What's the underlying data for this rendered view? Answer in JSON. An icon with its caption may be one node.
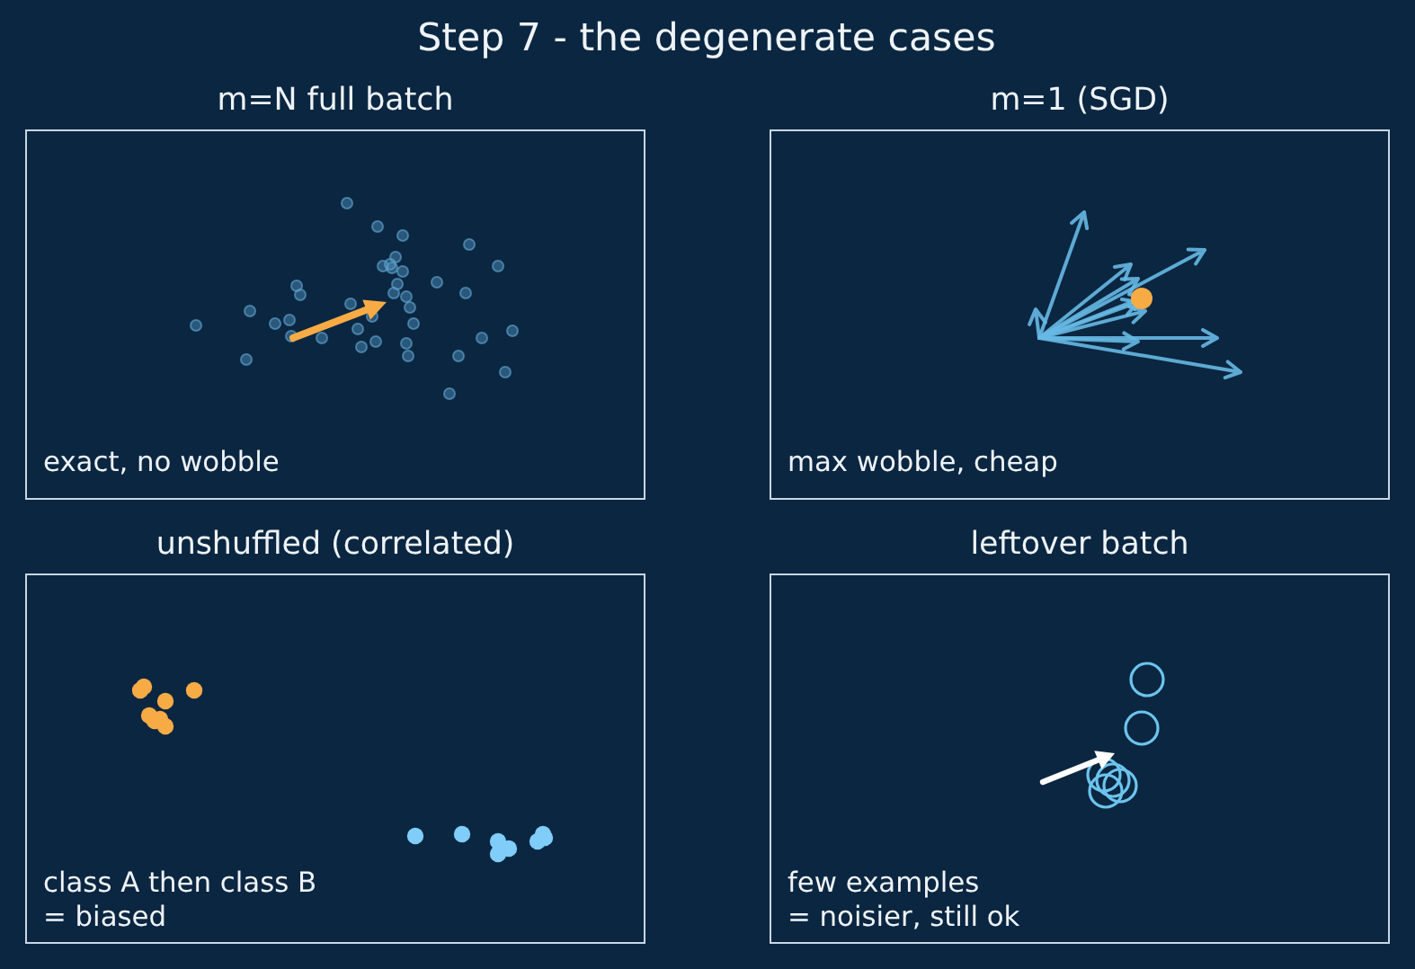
{
  "diagram": {
    "title": "Step 7 - the degenerate cases",
    "nodes": [
      {
        "text": [
          "m=N full batch",
          "exact, no wobble"
        ]
      },
      {
        "text": [
          "m=1 (SGD)",
          "max wobble, cheap"
        ]
      },
      {
        "text": [
          "unshuffled (correlated)",
          "class A then class B = biased"
        ]
      },
      {
        "text": [
          "leftover batch",
          "few examples = noisier, still ok"
        ]
      }
    ]
  }
}
